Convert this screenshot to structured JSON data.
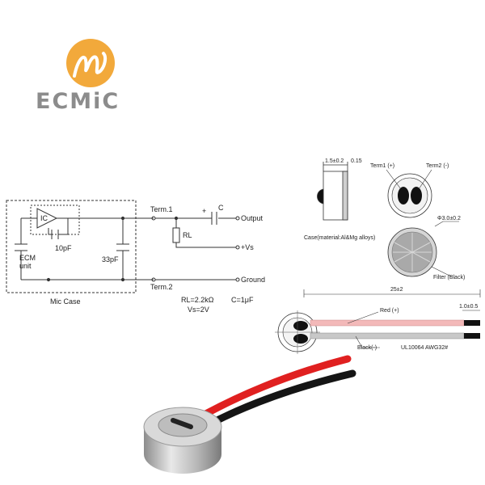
{
  "brand": {
    "logo_text": "ECMiC",
    "logo_color": "#F2A93B",
    "logo_text_color": "#8C8C8C"
  },
  "schematic": {
    "mic_case_label": "Mic Case",
    "ic_label": "IC",
    "ecm_label_1": "ECM",
    "ecm_label_2": "unit",
    "cap_10pf": "10pF",
    "cap_33pf": "33pF",
    "term1": "Term.1",
    "term2": "Term.2",
    "rl_label": "RL",
    "c_label": "C",
    "plus_label": "+",
    "output": "Output",
    "vs": "+Vs",
    "ground": "Ground",
    "rl_value": "RL=2.2kΩ",
    "c_value": "C=1μF",
    "vs_value": "Vs=2V"
  },
  "mechanical": {
    "dim_thickness": "1.5±0.2",
    "dim_small": "0.15",
    "term1_plus": "Term1 (+)",
    "term2_minus": "Term2 (-)",
    "case_material": "Case(material:Al&Mg alloys)",
    "diameter": "Φ3.0±0.2",
    "filter": "Filter (Black)",
    "length": "25±2",
    "strip": "1.0±0.5",
    "red_wire": "Red (+)",
    "black_wire": "Black(-)",
    "cable_spec": "UL10064  AWG32#"
  },
  "colors": {
    "red_wire": "#E02020",
    "black_wire": "#151515"
  }
}
